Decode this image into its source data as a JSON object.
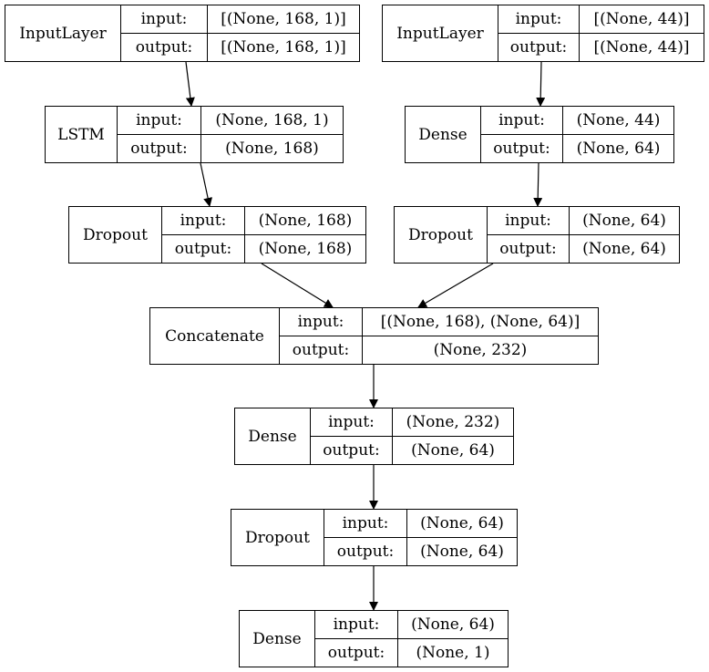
{
  "io_labels": {
    "input": "input:",
    "output": "output:"
  },
  "nodes": [
    {
      "id": "input-layer-1",
      "name": "InputLayer",
      "input": "[(None, 168, 1)]",
      "output": "[(None, 168, 1)]"
    },
    {
      "id": "input-layer-2",
      "name": "InputLayer",
      "input": "[(None, 44)]",
      "output": "[(None, 44)]"
    },
    {
      "id": "lstm",
      "name": "LSTM",
      "input": "(None, 168, 1)",
      "output": "(None, 168)"
    },
    {
      "id": "dense-1",
      "name": "Dense",
      "input": "(None, 44)",
      "output": "(None, 64)"
    },
    {
      "id": "dropout-1",
      "name": "Dropout",
      "input": "(None, 168)",
      "output": "(None, 168)"
    },
    {
      "id": "dropout-2",
      "name": "Dropout",
      "input": "(None, 64)",
      "output": "(None, 64)"
    },
    {
      "id": "concatenate",
      "name": "Concatenate",
      "input": "[(None, 168), (None, 64)]",
      "output": "(None, 232)"
    },
    {
      "id": "dense-2",
      "name": "Dense",
      "input": "(None, 232)",
      "output": "(None, 64)"
    },
    {
      "id": "dropout-3",
      "name": "Dropout",
      "input": "(None, 64)",
      "output": "(None, 64)"
    },
    {
      "id": "dense-3",
      "name": "Dense",
      "input": "(None, 64)",
      "output": "(None, 1)"
    }
  ]
}
